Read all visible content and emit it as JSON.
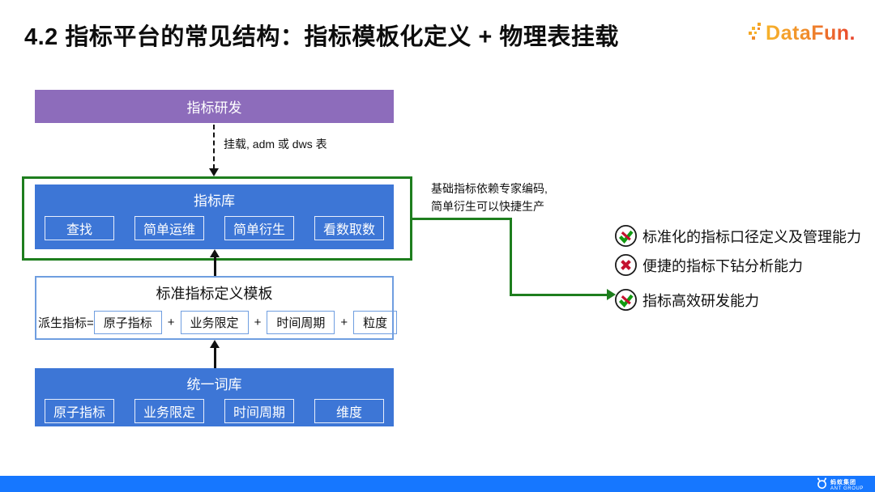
{
  "slide": {
    "title": "4.2 指标平台的常见结构：指标模板化定义 + 物理表挂载",
    "brand": {
      "name": "DataFun.",
      "color_from": "#F7B32B",
      "color_to": "#E8432E"
    }
  },
  "diagram": {
    "top_box": {
      "label": "指标研发",
      "bg": "#8D6CBB"
    },
    "mount_arrow_label": "挂载, adm 或 dws 表",
    "indicator_library": {
      "title": "指标库",
      "buttons": [
        "查找",
        "简单运维",
        "简单衍生",
        "看数取数"
      ],
      "bg": "#3D76D6",
      "highlight_border": "#1E7E1E"
    },
    "template_box": {
      "title": "标准指标定义模板",
      "formula_prefix": "派生指标=",
      "formula_items": [
        "原子指标",
        "业务限定",
        "时间周期",
        "粒度"
      ],
      "operator": "+",
      "border": "#6F9EE0"
    },
    "lexicon_box": {
      "title": "统一词库",
      "buttons": [
        "原子指标",
        "业务限定",
        "时间周期",
        "维度"
      ],
      "bg": "#3D76D6"
    },
    "annotation": {
      "line1": "基础指标依赖专家编码,",
      "line2": "简单衍生可以快捷生产"
    }
  },
  "capabilities": [
    {
      "icon": "check-strike",
      "label": "标准化的指标口径定义及管理能力"
    },
    {
      "icon": "cross",
      "label": "便捷的指标下钻分析能力"
    },
    {
      "icon": "check-strike",
      "label": "指标高效研发能力"
    }
  ],
  "colors": {
    "check_green": "#119A11",
    "cross_red": "#C4122F",
    "footer_blue": "#1677FF"
  },
  "footer": {
    "company_cn": "蚂蚁集团",
    "company_en": "ANT GROUP"
  }
}
